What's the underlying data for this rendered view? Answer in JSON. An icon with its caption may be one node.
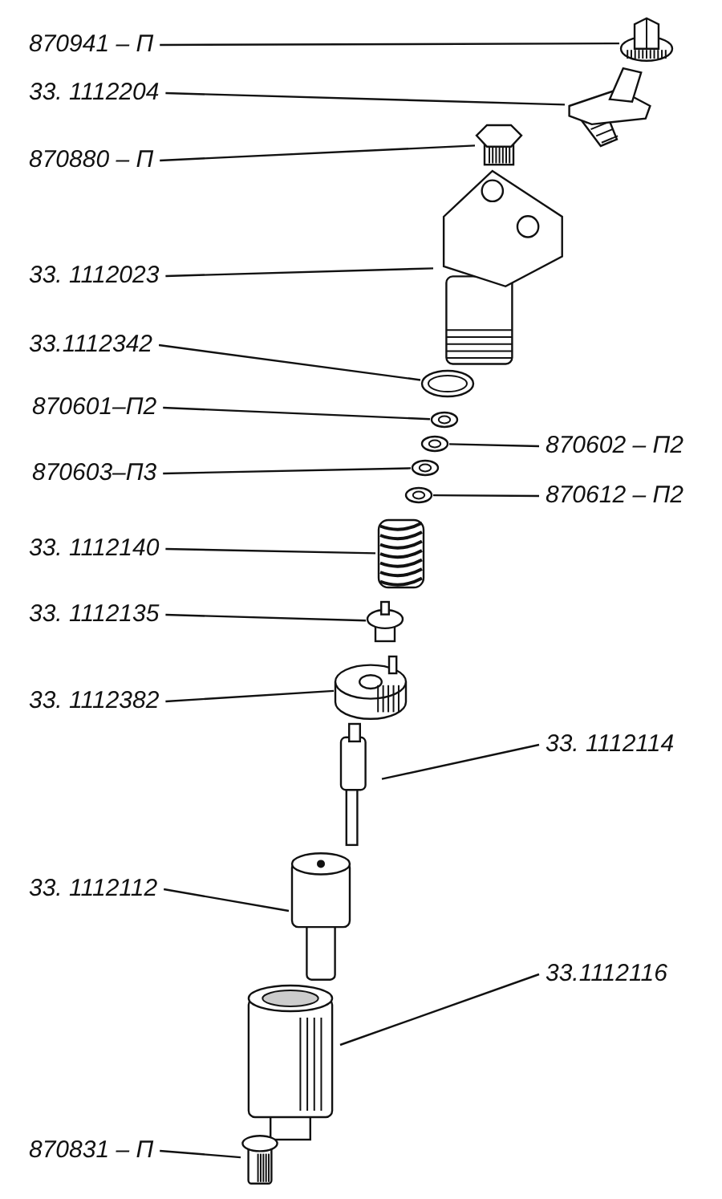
{
  "diagram": {
    "nodes": [
      {
        "text": [
          "870941 – П"
        ]
      },
      {
        "text": [
          "33. 1112204"
        ]
      },
      {
        "text": [
          "870880 – П"
        ]
      },
      {
        "text": [
          "33. 1112023"
        ]
      },
      {
        "text": [
          "33.1112342"
        ]
      },
      {
        "text": [
          "870601–П2"
        ]
      },
      {
        "text": [
          "870602 – П2"
        ]
      },
      {
        "text": [
          "870603–П3"
        ]
      },
      {
        "text": [
          "870612 – П2"
        ]
      },
      {
        "text": [
          "33. 1112140"
        ]
      },
      {
        "text": [
          "33. 1112135"
        ]
      },
      {
        "text": [
          "33. 1112382"
        ]
      },
      {
        "text": [
          "33. 1112114"
        ]
      },
      {
        "text": [
          "33. 1112112"
        ]
      },
      {
        "text": [
          "33.1112116"
        ]
      },
      {
        "text": [
          "870831 – П"
        ]
      },
      {
        "text": [],
        "shape": "picture"
      },
      {
        "text": [],
        "shape": "picture"
      },
      {
        "text": [],
        "shape": "picture"
      },
      {
        "text": [],
        "shape": "picture"
      },
      {
        "text": [],
        "shape": "picture"
      },
      {
        "text": [],
        "shape": "picture"
      },
      {
        "text": [],
        "shape": "picture"
      },
      {
        "text": [],
        "shape": "picture"
      },
      {
        "text": [],
        "shape": "picture"
      },
      {
        "text": [],
        "shape": "picture"
      },
      {
        "text": [],
        "shape": "picture"
      },
      {
        "text": [],
        "shape": "picture"
      },
      {
        "text": [],
        "shape": "picture"
      },
      {
        "text": [],
        "shape": "picture"
      },
      {
        "text": [],
        "shape": "picture"
      },
      {
        "text": [],
        "shape": "picture"
      }
    ],
    "edges": [
      {
        "from": 0,
        "to": 16,
        "arrow": "none"
      },
      {
        "from": 1,
        "to": 17,
        "arrow": "none"
      },
      {
        "from": 2,
        "to": 18,
        "arrow": "none"
      },
      {
        "from": 3,
        "to": 19,
        "arrow": "none"
      },
      {
        "from": 4,
        "to": 20,
        "arrow": "none"
      },
      {
        "from": 5,
        "to": 21,
        "arrow": "none"
      },
      {
        "from": 6,
        "to": 22,
        "arrow": "none"
      },
      {
        "from": 7,
        "to": 23,
        "arrow": "none"
      },
      {
        "from": 8,
        "to": 24,
        "arrow": "none"
      },
      {
        "from": 9,
        "to": 25,
        "arrow": "none"
      },
      {
        "from": 10,
        "to": 26,
        "arrow": "none"
      },
      {
        "from": 11,
        "to": 27,
        "arrow": "none"
      },
      {
        "from": 12,
        "to": 28,
        "arrow": "none"
      },
      {
        "from": 13,
        "to": 29,
        "arrow": "none"
      },
      {
        "from": 14,
        "to": 30,
        "arrow": "none"
      },
      {
        "from": 15,
        "to": 31,
        "arrow": "none"
      }
    ]
  }
}
